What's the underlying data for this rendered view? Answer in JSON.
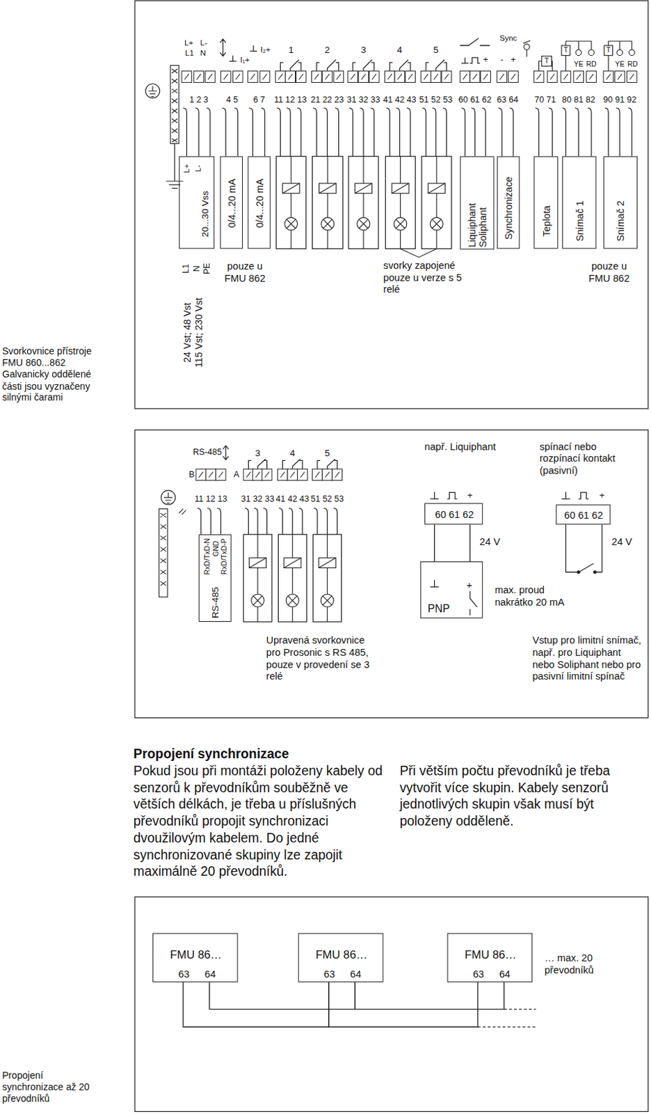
{
  "diagram": {
    "nodes": [
      {
        "text": [
          "L+",
          "L-",
          "20...30 Vss"
        ]
      },
      {
        "text": [
          "0/4...20 mA"
        ]
      },
      {
        "text": [
          "0/4...20 mA"
        ]
      },
      {
        "text": [
          "Liquiphant Soliphant"
        ]
      },
      {
        "text": [
          "Synchronizace"
        ]
      },
      {
        "text": [
          "Teplota"
        ]
      },
      {
        "text": [
          "Snímač 1"
        ]
      },
      {
        "text": [
          "Snímač 2"
        ]
      },
      {
        "text": [
          "RxD/TxD-N",
          "GND",
          "RxD/TxD-P",
          "RS-485"
        ]
      },
      {
        "text": [
          "60 61 62"
        ]
      },
      {
        "text": [
          "+",
          "PNP"
        ]
      },
      {
        "text": [
          "60 61 62"
        ]
      },
      {
        "text": [
          "FMU 86…",
          "63",
          "64"
        ]
      },
      {
        "text": [
          "FMU 86…",
          "63",
          "64"
        ]
      },
      {
        "text": [
          "FMU 86…",
          "63",
          "64"
        ]
      }
    ],
    "edges": [
      {
        "from": 9,
        "to": 10,
        "arrow": "none"
      },
      {
        "from": 9,
        "to": 10,
        "arrow": "none"
      },
      {
        "from": 12,
        "to": 13,
        "arrow": "none"
      },
      {
        "from": 12,
        "to": 13,
        "arrow": "none"
      },
      {
        "from": 13,
        "to": 14,
        "arrow": "none"
      },
      {
        "from": 13,
        "to": 14,
        "arrow": "none"
      }
    ],
    "labels": [
      "L+",
      "L-",
      "L1",
      "N",
      "I₁+",
      "I₂+",
      "1",
      "2",
      "3",
      "4",
      "5",
      "Sync",
      "+",
      "-",
      "+",
      "T",
      "T",
      "YE",
      "RD",
      "T",
      "YE",
      "RD",
      "1 2 3",
      "4 5",
      "6 7",
      "11 12 13",
      "21 22 23",
      "31 32 33",
      "41 42 43",
      "51 52 53",
      "60 61 62",
      "63 64",
      "70 71",
      "80 81 82",
      "90 91 92",
      "L1",
      "N",
      "PE",
      "24 Vst; 48 Vst 115 Vst; 230 Vst",
      "pouze u FMU 862",
      "svorky zapojené pouze u verze s 5 relé",
      "pouze u FMU 862",
      "Svorkovnice přístroje FMU 860...862 Galvanicky oddělené části jsou vyznačeny silnými čarami",
      "RS-485",
      "B",
      "A",
      "3",
      "4",
      "5",
      "11 12 13",
      "31 32 33",
      "41 42 43",
      "51 52 53",
      "Upravená svorkovnice pro Prosonic s RS 485, pouze v provedení se 3 relé",
      "např. Liquiphant",
      "+",
      "24 V",
      "max. proud nakrátko 20 mA",
      "spínací nebo rozpínací kontakt (pasivní)",
      "+",
      "24 V",
      "Vstup pro limitní snímač, např. pro Liquiphant nebo Soliphant nebo pro pasivní limitní spínač",
      "Propojení synchronizace",
      "Pokud jsou při montáži položeny kabely od senzorů k převodníkům souběžně ve větších délkách, je třeba u příslušných převodníků propojit synchronizaci dvoužilovým kabelem. Do jedné synchronizované skupiny lze zapojit maximálně 20 převodníků.",
      "Při větším počtu převodníků je třeba vytvořit více skupin. Kabely senzorů jednotlivých skupin však musí být položeny odděleně.",
      "… max. 20 převodníků",
      "Propojení synchronizace až 20 převodníků"
    ]
  }
}
